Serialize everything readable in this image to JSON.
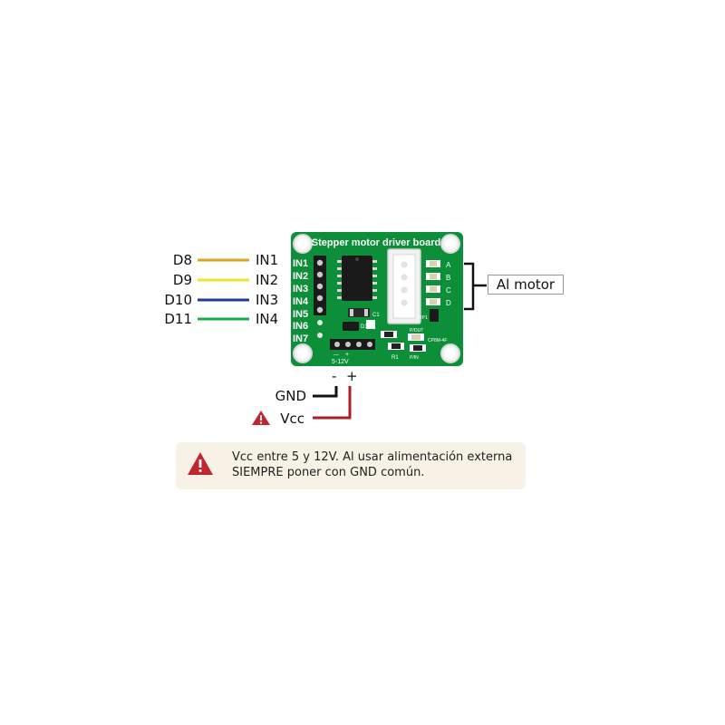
{
  "board": {
    "title": "Stepper motor driver board",
    "pin_labels": [
      "IN1",
      "IN2",
      "IN3",
      "IN4",
      "IN5",
      "IN6",
      "IN7"
    ],
    "led_labels": [
      "A",
      "B",
      "C",
      "D"
    ],
    "silk_d1": "D1",
    "silk_c1": "C1",
    "silk_r1": "R1",
    "silk_rp1": "RP1",
    "silk_pout": "P/OUT",
    "silk_pin": "P/IN",
    "silk_cp": "CP8M-4F",
    "silk_voltage": "5-12V",
    "silk_minus": "—",
    "silk_plus": "+"
  },
  "connections": [
    {
      "arduino": "D8",
      "input": "IN1",
      "color": "#e0a020"
    },
    {
      "arduino": "D9",
      "input": "IN2",
      "color": "#f2e22a"
    },
    {
      "arduino": "D10",
      "input": "IN3",
      "color": "#1b3e8f"
    },
    {
      "arduino": "D11",
      "input": "IN4",
      "color": "#1fa84e"
    }
  ],
  "motor_label": "Al motor",
  "power": {
    "minus": "-",
    "plus": "+",
    "gnd": "GND",
    "vcc": "Vcc",
    "gnd_color": "#111111",
    "vcc_color": "#b01c24"
  },
  "note": {
    "text": "Vcc entre 5 y 12V. Al usar alimentación externa SIEMPRE poner con GND común."
  },
  "colors": {
    "pcb": "#0d8f3a",
    "warning": "#c0262e"
  }
}
